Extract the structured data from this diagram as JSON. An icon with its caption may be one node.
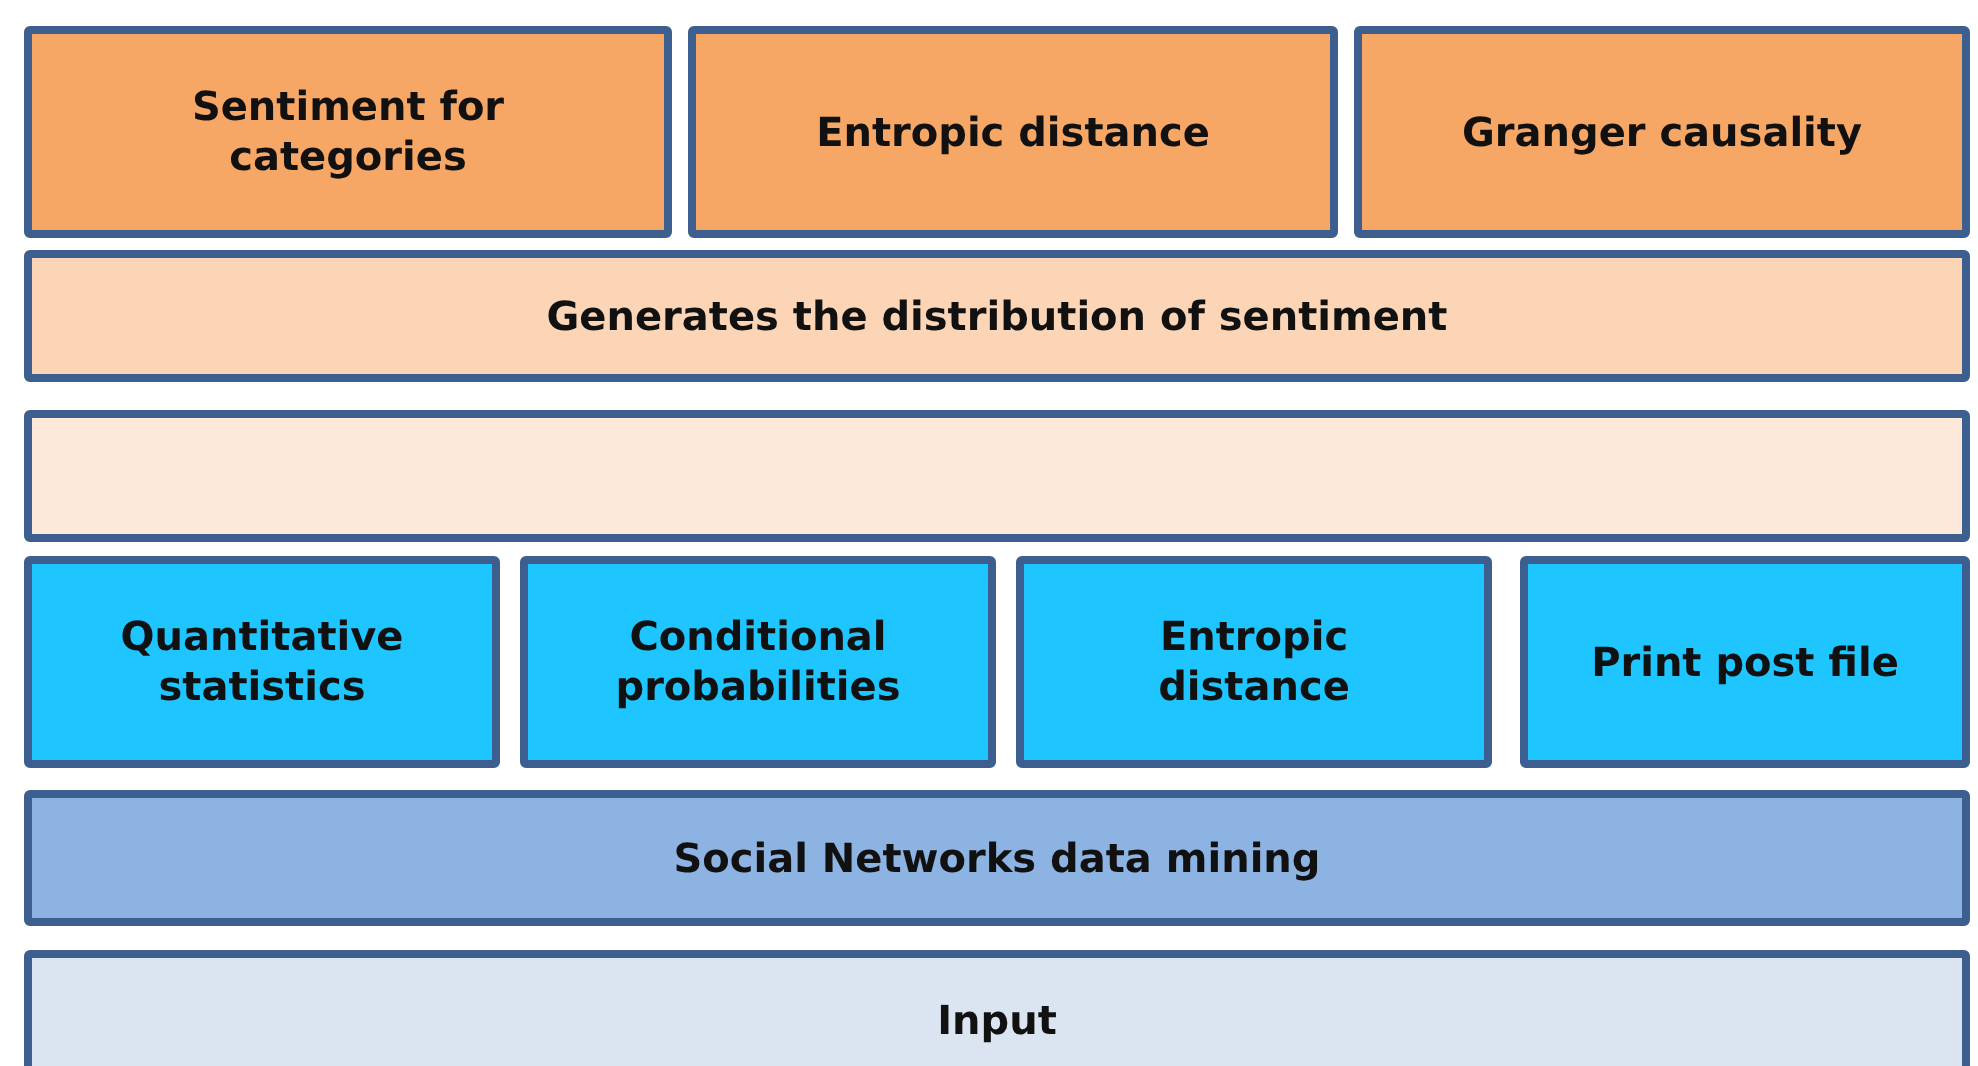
{
  "diagram": {
    "nodes": [
      {
        "text": [
          "Sentiment for categories"
        ]
      },
      {
        "text": [
          "Entropic distance"
        ]
      },
      {
        "text": [
          "Granger causality"
        ]
      },
      {
        "text": [
          "Generates the distribution of sentiment"
        ]
      },
      {
        "text": [],
        "shape": "bar"
      },
      {
        "text": [
          "Quantitative statistics"
        ]
      },
      {
        "text": [
          "Conditional probabilities"
        ]
      },
      {
        "text": [
          "Entropic distance"
        ]
      },
      {
        "text": [
          "Print post file"
        ]
      },
      {
        "text": [
          "Social Networks data mining"
        ]
      },
      {
        "text": [
          "Input"
        ]
      }
    ]
  }
}
